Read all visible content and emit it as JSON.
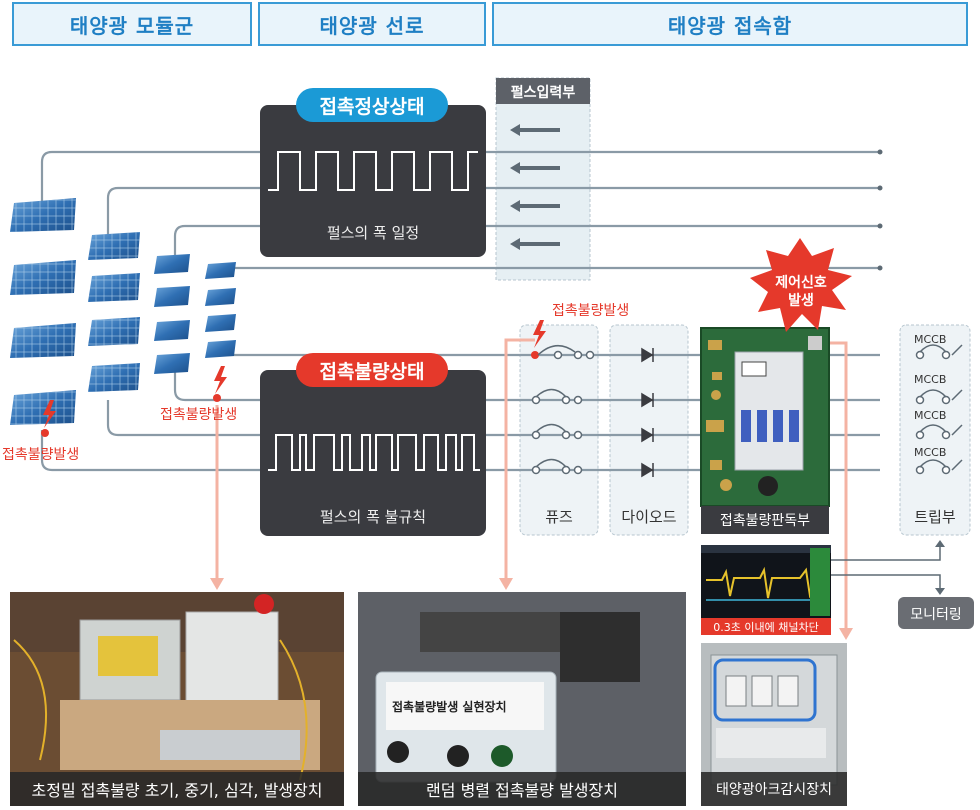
{
  "headers": {
    "module_group": "태양광 모듈군",
    "line": "태양광 선로",
    "junction_box": "태양광 접속함"
  },
  "states": {
    "normal": "접촉정상상태",
    "normal_desc": "펄스의 폭 일정",
    "fault": "접촉불량상태",
    "fault_desc": "펄스의 폭 불규칙"
  },
  "pulse_input": "펄스입력부",
  "fault_labels": {
    "module": "접촉불량발생",
    "string": "접촉불량발생",
    "fuse": "접촉불량발생"
  },
  "control_signal": [
    "제어신호",
    "발생"
  ],
  "blocks": {
    "fuse": "퓨즈",
    "diode": "다이오드",
    "detector": "접촉불량판독부",
    "trip": "트립부",
    "monitoring": "모니터링"
  },
  "mccb_labels": [
    "MCCB",
    "MCCB",
    "MCCB",
    "MCCB"
  ],
  "scope_caption": "0.3초 이내에 채널차단",
  "photos": {
    "p1": "초정밀 접촉불량 초기, 중기, 심각, 발생장치",
    "p2": "랜덤 병렬 접촉불량 발생장치",
    "p2_label": "접촉불량발생 실현장치",
    "p3": "태양광아크감시장치"
  },
  "colors": {
    "header_border": "#3a9bd6",
    "header_text": "#1f7fc4",
    "panel_bg": "#3a3b40",
    "normal_pill": "#1b9ad6",
    "fault_pill": "#e5392b",
    "line": "#8a9aa6",
    "arrow_salmon": "#f4b3a3",
    "box_bg": "#eef3f6"
  }
}
